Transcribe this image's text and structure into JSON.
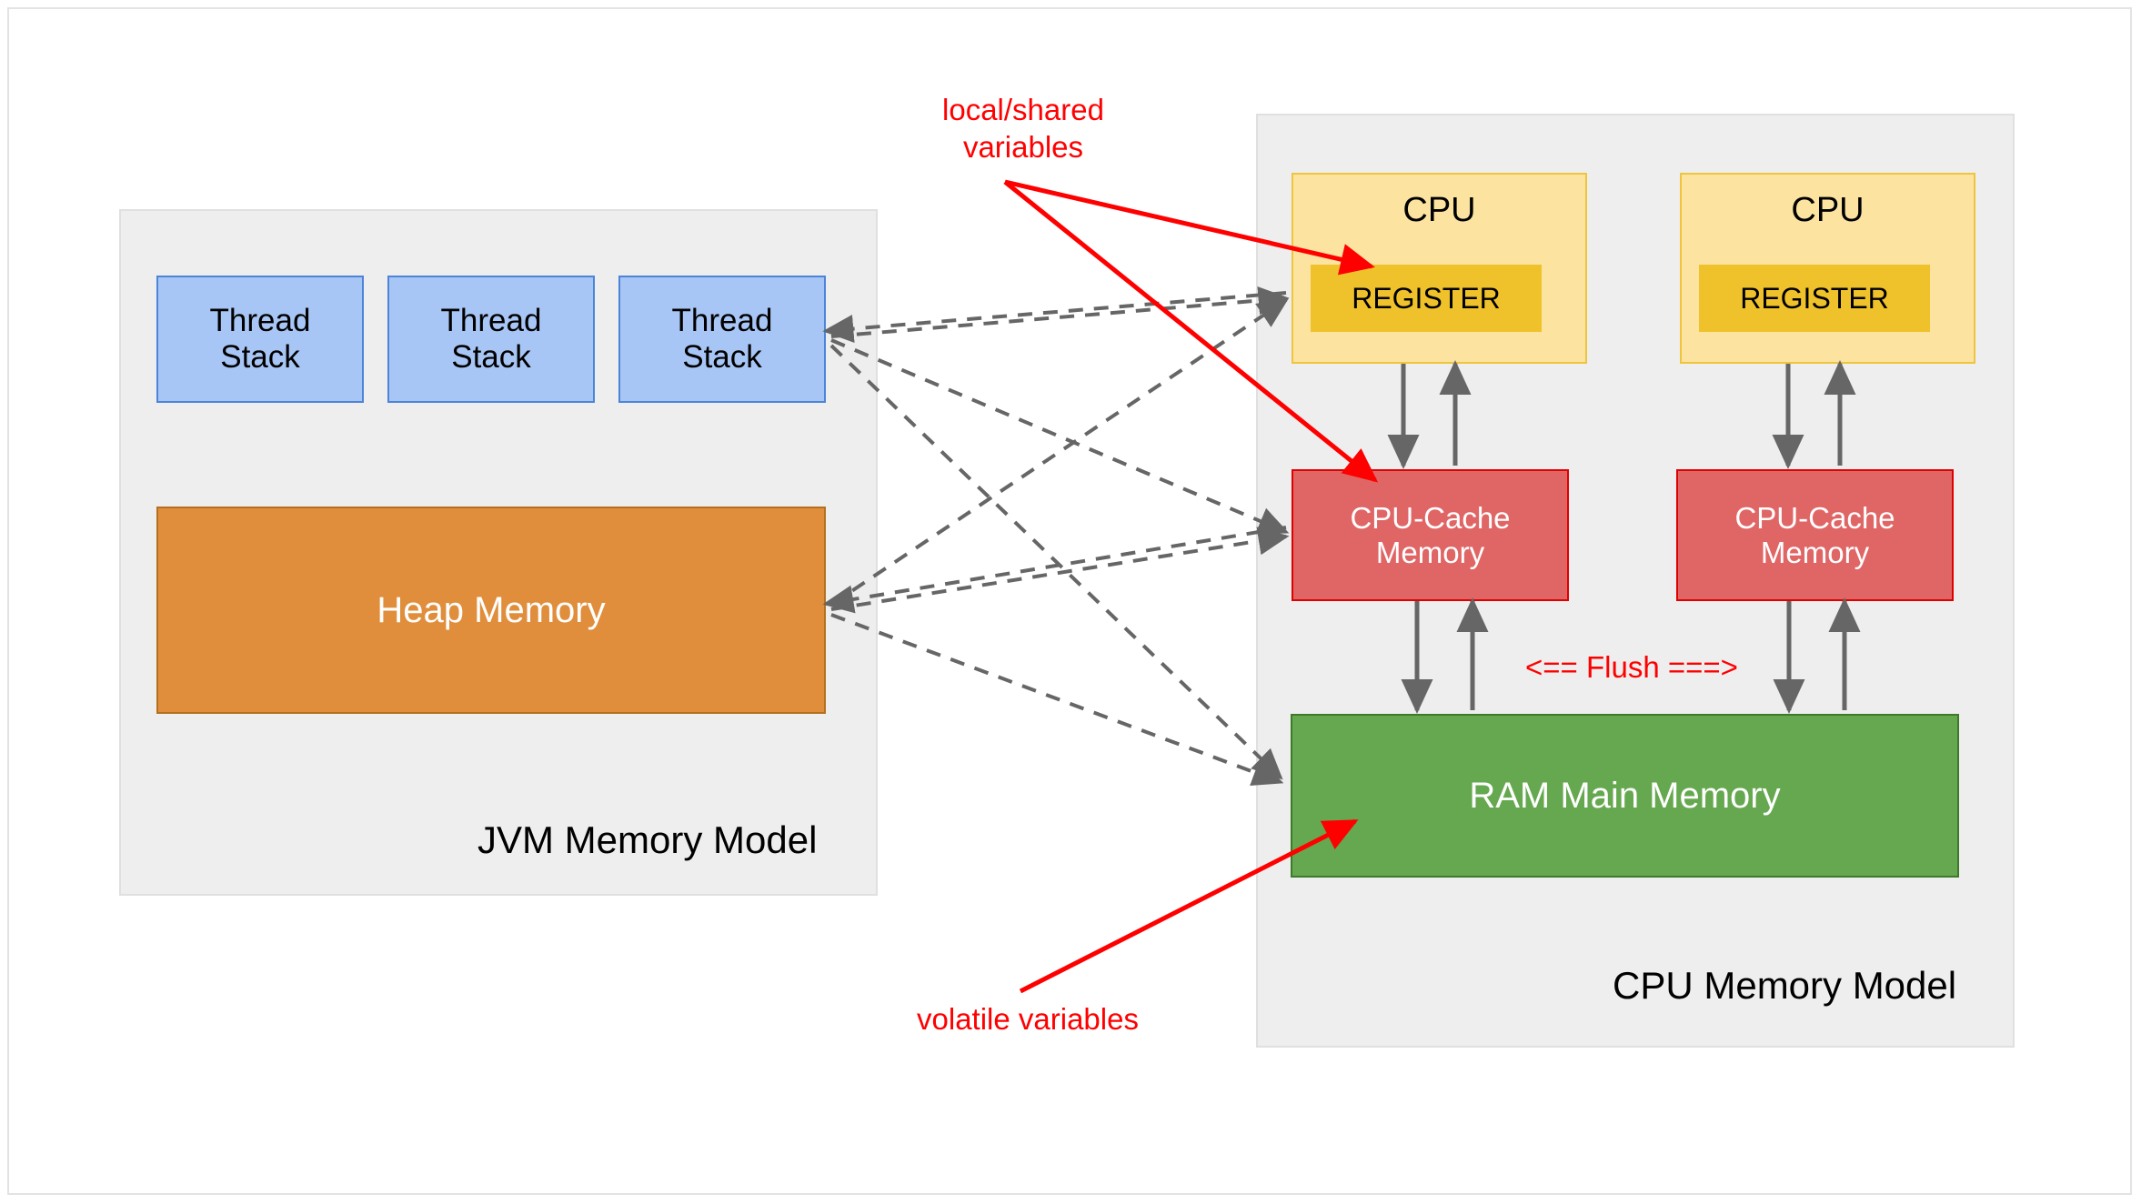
{
  "diagram": {
    "title_jvm": "JVM Memory Model",
    "title_cpu": "CPU Memory Model"
  },
  "jvm_panel": {
    "label": "JVM Memory Model",
    "thread_stacks": [
      {
        "label": "Thread\nStack"
      },
      {
        "label": "Thread\nStack"
      },
      {
        "label": "Thread\nStack"
      }
    ],
    "heap": {
      "label": "Heap Memory"
    }
  },
  "cpu_panel": {
    "label": "CPU Memory Model",
    "cpus": [
      {
        "label": "CPU",
        "register_label": "REGISTER"
      },
      {
        "label": "CPU",
        "register_label": "REGISTER"
      }
    ],
    "caches": [
      {
        "label": "CPU-Cache\nMemory"
      },
      {
        "label": "CPU-Cache\nMemory"
      }
    ],
    "ram": {
      "label": "RAM Main Memory"
    },
    "flush_label": "<== Flush ===>"
  },
  "annotations": {
    "local_shared": "local/shared\nvariables",
    "volatile": "volatile variables"
  },
  "colors": {
    "panel_bg": "#eeeeee",
    "panel_border": "#e0e0e0",
    "thread_fill": "#a8c6f5",
    "thread_border": "#4c84d8",
    "heap_fill": "#e08e3c",
    "heap_border": "#b5701f",
    "cpu_fill": "#fce3a0",
    "cpu_border": "#eec53c",
    "register_fill": "#efc22c",
    "cache_fill": "#e06666",
    "cache_border": "#e00000",
    "ram_fill": "#65a84f",
    "ram_border": "#3d7a2a",
    "annotation_red": "#ff0000",
    "arrow_gray": "#666666",
    "page_bg": "#ffffff"
  }
}
